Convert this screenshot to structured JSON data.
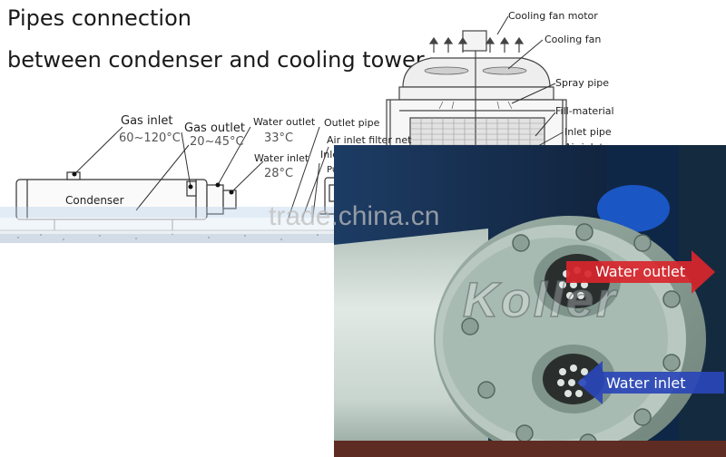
{
  "title": {
    "line1": "Pipes connection",
    "line2": "between condenser and cooling tower"
  },
  "condenser_labels": {
    "gas_inlet": "Gas inlet",
    "gas_inlet_temp": "60~120°C",
    "gas_outlet": "Gas outlet",
    "gas_outlet_temp": "20~45°C",
    "water_outlet": "Water outlet",
    "water_outlet_temp": "33°C",
    "water_inlet": "Water inlet",
    "water_inlet_temp": "28°C",
    "condenser": "Condenser"
  },
  "tower_labels": {
    "outlet_pipe": "Outlet pipe",
    "air_inlet_filter_net": "Air inlet filter net",
    "inlet_pipe_left": "Inlet pipe",
    "pump": "Pump",
    "cooling_fan_motor": "Cooling fan motor",
    "cooling_fan": "Cooling fan",
    "spray_pipe": "Spray pipe",
    "fill_material": "Fill-material",
    "inlet_pipe_right": "Inlet pipe",
    "air_inlet": "Air inlet"
  },
  "photo_labels": {
    "water_outlet": "Water outlet",
    "water_inlet": "Water inlet"
  },
  "watermarks": {
    "trade": "trade.china.cn",
    "brand": "Koller"
  },
  "colors": {
    "outlet_arrow": "#d9262c",
    "inlet_arrow": "#2a46b8",
    "pipe_body": "#c5d3cc"
  }
}
